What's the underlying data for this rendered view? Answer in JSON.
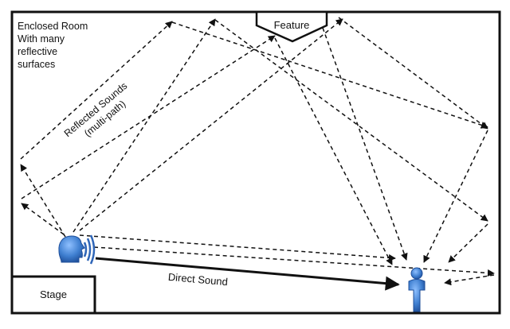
{
  "room": {
    "label_lines": [
      "Enclosed Room",
      "With many",
      "reflective",
      "surfaces"
    ]
  },
  "feature": {
    "label": "Feature"
  },
  "stage": {
    "label": "Stage"
  },
  "labels": {
    "reflected": [
      "Reflected Sounds",
      "(multi-path)"
    ],
    "direct": "Direct Sound"
  },
  "icons": {
    "speaker": "speaking-head-icon",
    "listener": "listener-person-icon"
  },
  "colors": {
    "line": "#111111",
    "icon_blue": "#3f7fd0",
    "icon_blue_dark": "#1f4f9a"
  }
}
